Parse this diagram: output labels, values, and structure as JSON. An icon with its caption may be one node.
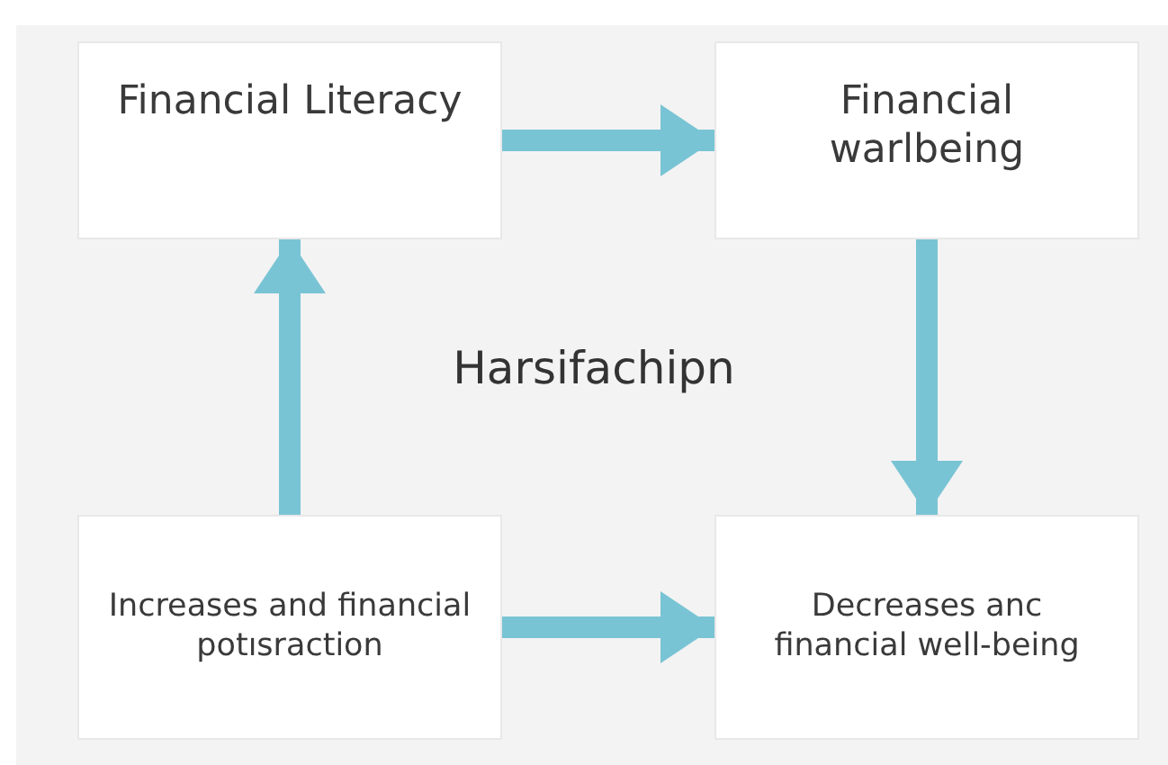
{
  "diagram": {
    "title": "Harsifachipn",
    "nodes": [
      {
        "text": [
          "Financial Literacy"
        ]
      },
      {
        "text": [
          "Financial warlbeing"
        ]
      },
      {
        "text": [
          "Increases and financial potısraction"
        ]
      },
      {
        "text": [
          "Decreases anc financial well-being"
        ]
      }
    ],
    "edges": [
      {
        "from": 0,
        "to": 1,
        "arrow": "to"
      },
      {
        "from": 1,
        "to": 3,
        "arrow": "to"
      },
      {
        "from": 2,
        "to": 0,
        "arrow": "to"
      },
      {
        "from": 2,
        "to": 3,
        "arrow": "to"
      }
    ]
  }
}
